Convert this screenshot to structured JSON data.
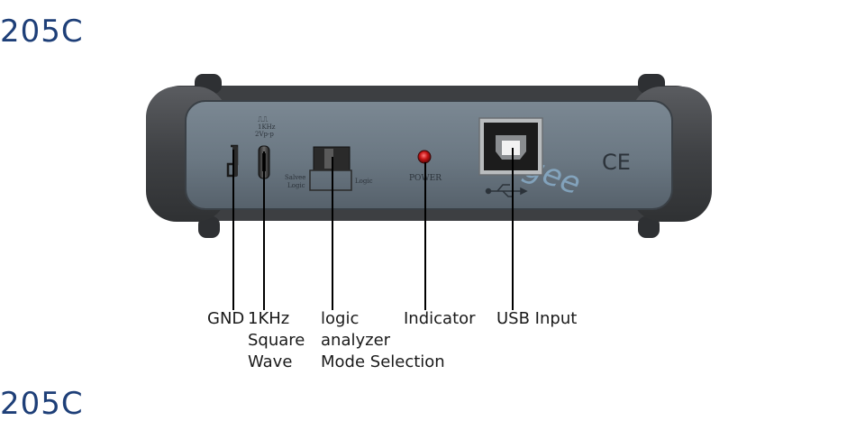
{
  "model": "205C",
  "panel_print": {
    "wave_symbol": "⎍⎍",
    "wave_freq": "1KHz",
    "wave_amp": "2Vp-p",
    "switch_left_top": "Salvee",
    "switch_left_bottom": "Logic",
    "switch_right": "Logic",
    "power": "POWER",
    "ce_mark": "CE",
    "watermark": "Gegee"
  },
  "callouts": {
    "gnd": [
      "GND"
    ],
    "square_wave": [
      "1KHz",
      "Square",
      "Wave"
    ],
    "logic_mode": [
      "logic",
      "analyzer",
      "Mode Selection"
    ],
    "indicator": [
      "Indicator"
    ],
    "usb": [
      "USB Input"
    ]
  },
  "colors": {
    "title": "#1e3f78",
    "housing": "#4a4c4f",
    "panel": "#6f7d88",
    "led": "#c41414"
  }
}
